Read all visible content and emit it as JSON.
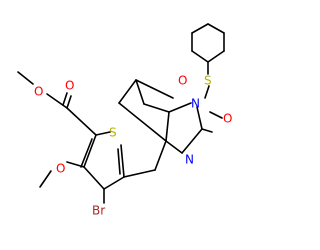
{
  "atoms": {
    "o_carbonyl": "O",
    "o_ester": "O",
    "o_methoxy": "O",
    "s_thiophene": "S",
    "br": "Br",
    "n_pyrrole": "N",
    "n_pyridine": "N",
    "s_sulfonyl": "S",
    "o_sulfonyl_up": "O",
    "o_sulfonyl_right": "O"
  },
  "colors": {
    "bond": "#000000",
    "oxygen": "#FF0000",
    "sulfur": "#B3B300",
    "bromine": "#A52A2A",
    "nitrogen": "#0000FF"
  }
}
